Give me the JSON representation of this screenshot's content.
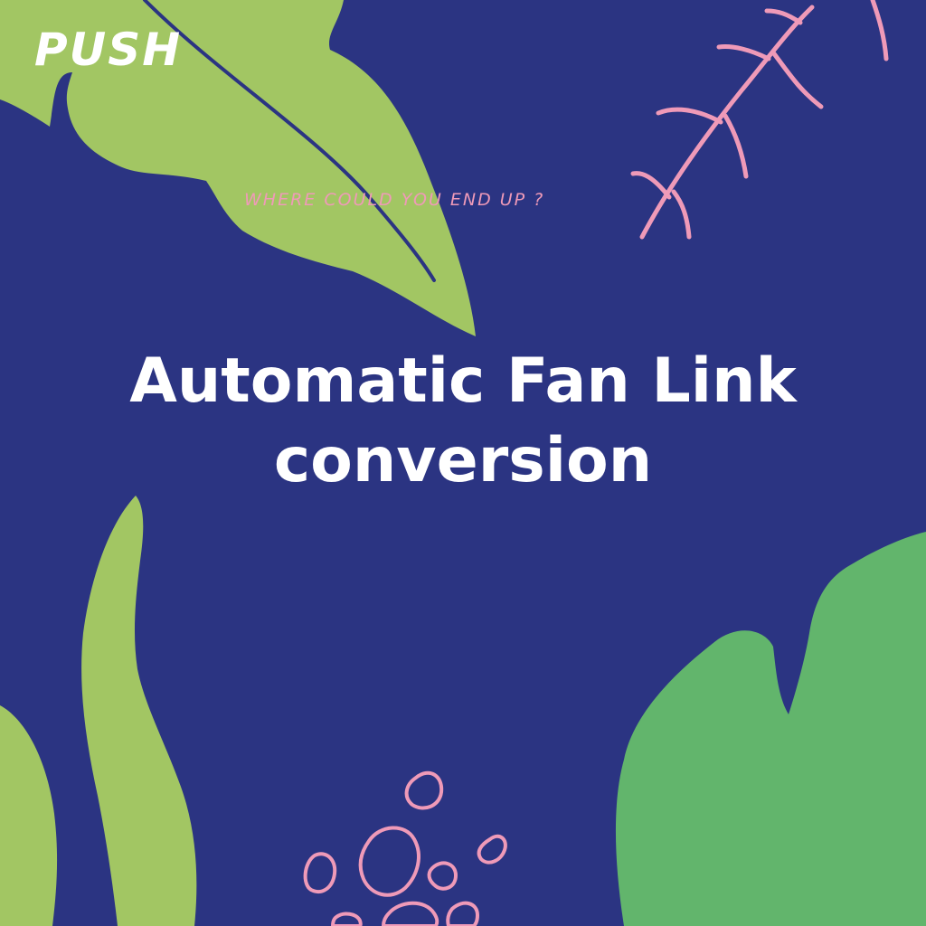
{
  "brand": {
    "name": "PUSH"
  },
  "tagline": "WHERE COULD YOU END UP ?",
  "headline": {
    "line1": "Automatic Fan Link",
    "line2": "conversion"
  },
  "colors": {
    "background": "#2b3482",
    "leaf_light_green": "#a2c663",
    "leaf_green": "#62b56c",
    "accent_pink": "#ef9ab8",
    "text_white": "#ffffff"
  },
  "decorations": [
    "leaf-top-left",
    "fern-branch-top-right",
    "leaf-bottom-right",
    "frond-bottom-left",
    "pebble-outlines-bottom"
  ]
}
